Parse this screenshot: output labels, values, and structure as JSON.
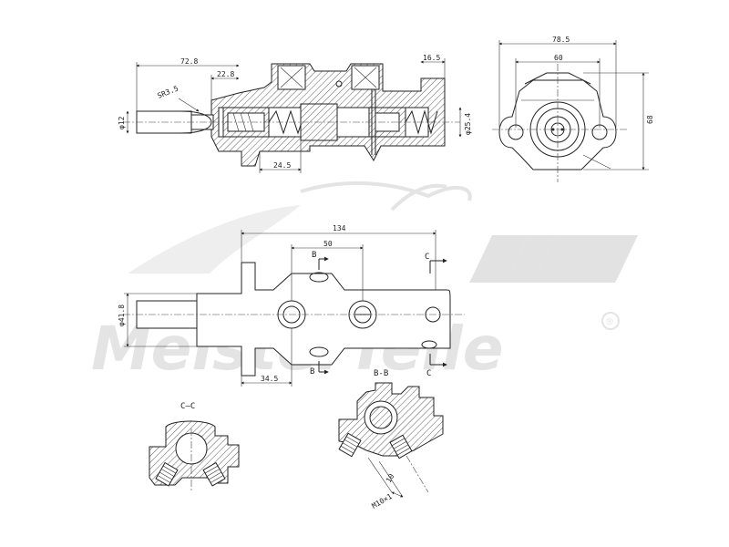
{
  "watermark": {
    "brand_text": "MeisterTeile",
    "registered_mark": "®"
  },
  "top_view": {
    "dims": {
      "d728": "72.8",
      "d228": "22.8",
      "d165": "16.5",
      "sr": "SR3.5",
      "phi12": "φ12",
      "phi254": "φ25.4",
      "d245": "24.5"
    }
  },
  "end_view": {
    "dims": {
      "d785": "78.5",
      "d60": "60",
      "d68": "68"
    }
  },
  "side_view": {
    "dims": {
      "d134": "134",
      "d50": "50",
      "d345": "34.5",
      "phi418": "φ41.8"
    },
    "section_marks": {
      "b_top": "B",
      "b_bottom": "B",
      "c_top": "C",
      "c_bottom": "C"
    }
  },
  "section_cc": {
    "title": "C—C"
  },
  "section_bb": {
    "title": "B-B",
    "d10": "10",
    "thread": "M10×1"
  }
}
